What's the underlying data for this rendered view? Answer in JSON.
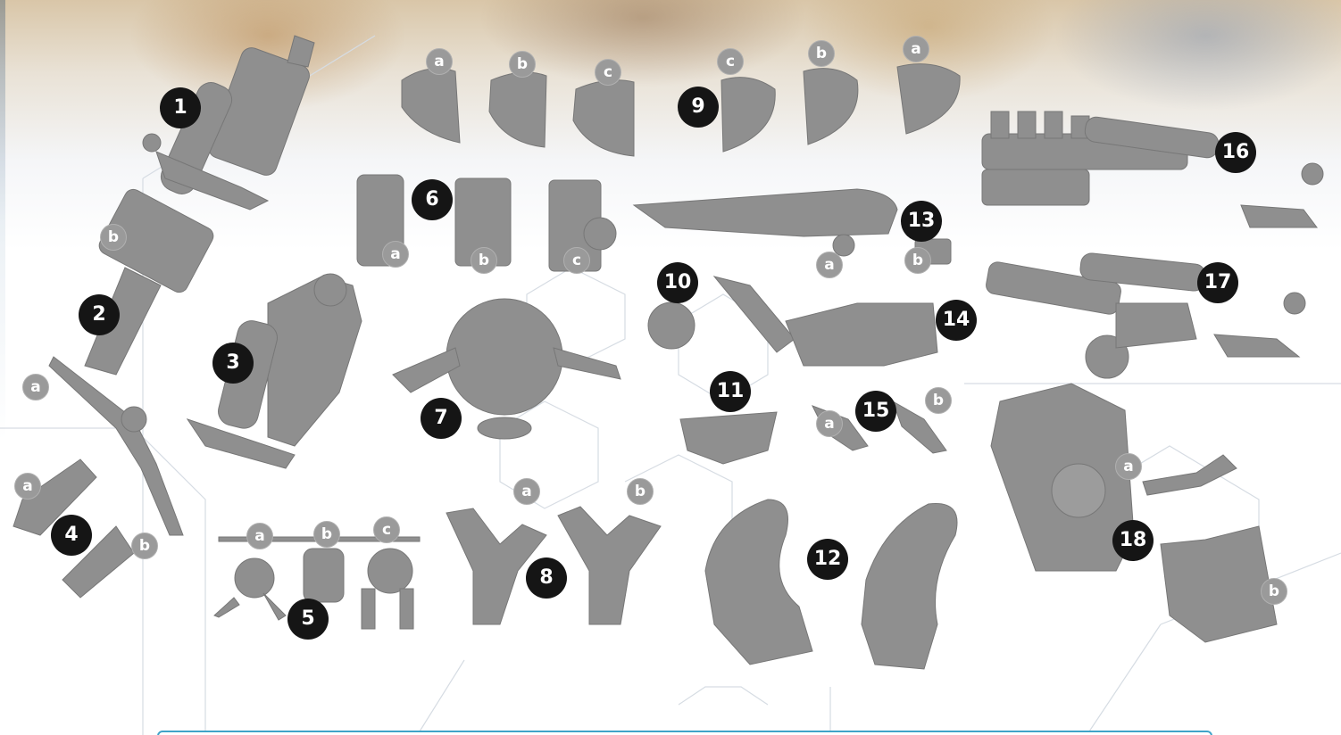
{
  "part_numbers": [
    "1",
    "2",
    "3",
    "4",
    "5",
    "6",
    "7",
    "8",
    "9",
    "10",
    "11",
    "12",
    "13",
    "14",
    "15",
    "16",
    "17",
    "18"
  ],
  "variant_labels": {
    "a": "a",
    "b": "b",
    "c": "c"
  },
  "colors": {
    "part_gray": "#8f8f8f",
    "number_badge": "#151515",
    "letter_badge": "#9a9a9a",
    "panel_border": "#3fa3c8"
  }
}
